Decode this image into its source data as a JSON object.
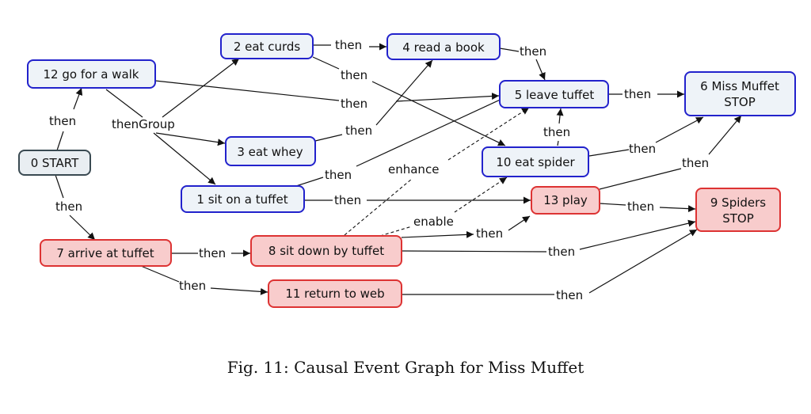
{
  "caption": "Fig. 11: Causal Event Graph for Miss Muffet",
  "colors": {
    "blue_border": "#2222cc",
    "blue_fill": "#eef3f8",
    "red_border": "#dd3333",
    "red_fill": "#f8cccc",
    "gray_border": "#3a4a52",
    "gray_fill": "#e9eef2",
    "line": "#111111"
  },
  "nodes": [
    {
      "id": "n0",
      "lines": [
        "0 START"
      ],
      "style": "gray"
    },
    {
      "id": "n1",
      "lines": [
        "1 sit on a tuffet"
      ],
      "style": "blue"
    },
    {
      "id": "n2",
      "lines": [
        "2 eat curds"
      ],
      "style": "blue"
    },
    {
      "id": "n3",
      "lines": [
        "3 eat whey"
      ],
      "style": "blue"
    },
    {
      "id": "n4",
      "lines": [
        "4 read a book"
      ],
      "style": "blue"
    },
    {
      "id": "n5",
      "lines": [
        "5 leave tuffet"
      ],
      "style": "blue"
    },
    {
      "id": "n6",
      "lines": [
        "6 Miss Muffet",
        "STOP"
      ],
      "style": "blue"
    },
    {
      "id": "n7",
      "lines": [
        "7 arrive at tuffet"
      ],
      "style": "red"
    },
    {
      "id": "n8",
      "lines": [
        "8 sit down by tuffet"
      ],
      "style": "red"
    },
    {
      "id": "n9",
      "lines": [
        "9 Spiders",
        "STOP"
      ],
      "style": "red"
    },
    {
      "id": "n10",
      "lines": [
        "10 eat spider"
      ],
      "style": "blue"
    },
    {
      "id": "n11",
      "lines": [
        "11 return to web"
      ],
      "style": "red"
    },
    {
      "id": "n12",
      "lines": [
        "12 go for a walk"
      ],
      "style": "blue"
    },
    {
      "id": "n13",
      "lines": [
        "13 play"
      ],
      "style": "red"
    }
  ],
  "labels": [
    {
      "id": "l_0_12",
      "text": "then"
    },
    {
      "id": "l_0_7",
      "text": "then"
    },
    {
      "id": "l_group",
      "text": "thenGroup"
    },
    {
      "id": "l_2_4",
      "text": "then"
    },
    {
      "id": "l_4_5",
      "text": "then"
    },
    {
      "id": "l_2_10",
      "text": "then"
    },
    {
      "id": "l_12_5",
      "text": "then"
    },
    {
      "id": "l_3_4",
      "text": "then"
    },
    {
      "id": "l_5_6",
      "text": "then"
    },
    {
      "id": "l_10_5",
      "text": "then"
    },
    {
      "id": "l_10_6",
      "text": "then"
    },
    {
      "id": "l_1_5",
      "text": "then"
    },
    {
      "id": "l_enhance",
      "text": "enhance"
    },
    {
      "id": "l_1_13",
      "text": "then"
    },
    {
      "id": "l_enable",
      "text": "enable"
    },
    {
      "id": "l_8_13",
      "text": "then"
    },
    {
      "id": "l_13_6",
      "text": "then"
    },
    {
      "id": "l_13_9",
      "text": "then"
    },
    {
      "id": "l_7_8",
      "text": "then"
    },
    {
      "id": "l_8_9",
      "text": "then"
    },
    {
      "id": "l_7_11",
      "text": "then"
    },
    {
      "id": "l_11_9",
      "text": "then"
    }
  ]
}
